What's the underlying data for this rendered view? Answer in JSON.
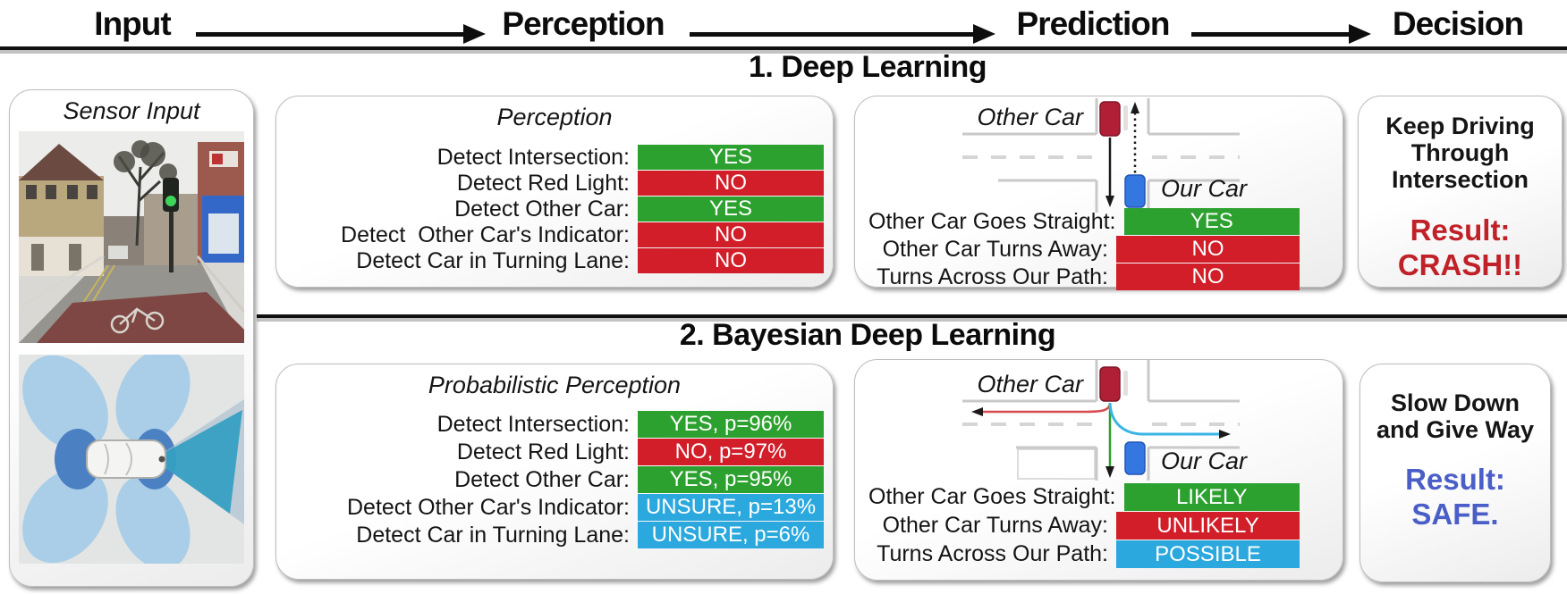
{
  "header": {
    "stages": [
      {
        "label": "Input"
      },
      {
        "label": "Perception"
      },
      {
        "label": "Prediction"
      },
      {
        "label": "Decision"
      }
    ]
  },
  "sensor_panel": {
    "title": "Sensor Input"
  },
  "dl": {
    "heading": "1. Deep Learning",
    "perception": {
      "title": "Perception",
      "rows": [
        {
          "label": "Detect Intersection:",
          "value": "YES",
          "status": "yes"
        },
        {
          "label": "Detect Red Light:",
          "value": "NO",
          "status": "no"
        },
        {
          "label": "Detect Other Car:",
          "value": "YES",
          "status": "yes"
        },
        {
          "label": "Detect  Other Car's Indicator:",
          "value": "NO",
          "status": "no"
        },
        {
          "label": "Detect Car in Turning Lane:",
          "value": "NO",
          "status": "no"
        }
      ]
    },
    "prediction": {
      "other_car": "Other Car",
      "our_car": "Our Car",
      "rows": [
        {
          "label": "Other Car Goes Straight:",
          "value": "YES",
          "status": "yes"
        },
        {
          "label": "Other Car Turns Away:",
          "value": "NO",
          "status": "no"
        },
        {
          "label": "Turns Across Our Path:",
          "value": "NO",
          "status": "no"
        }
      ]
    },
    "decision": {
      "action": "Keep Driving Through Intersection",
      "result_label": "Result:",
      "result_value": "CRASH!!",
      "result_status": "crash"
    }
  },
  "bdl": {
    "heading": "2. Bayesian Deep Learning",
    "perception": {
      "title": "Probabilistic Perception",
      "rows": [
        {
          "label": "Detect Intersection:",
          "value": "YES, p=96%",
          "status": "yes"
        },
        {
          "label": "Detect Red Light:",
          "value": "NO, p=97%",
          "status": "no"
        },
        {
          "label": "Detect Other Car:",
          "value": "YES, p=95%",
          "status": "yes"
        },
        {
          "label": "Detect Other Car's Indicator:",
          "value": "UNSURE, p=13%",
          "status": "unsure"
        },
        {
          "label": "Detect Car in Turning Lane:",
          "value": "UNSURE, p=6%",
          "status": "unsure"
        }
      ]
    },
    "prediction": {
      "other_car": "Other Car",
      "our_car": "Our Car",
      "rows": [
        {
          "label": "Other Car Goes Straight:",
          "value": "LIKELY",
          "status": "yes"
        },
        {
          "label": "Other Car Turns Away:",
          "value": "UNLIKELY",
          "status": "no"
        },
        {
          "label": "Turns Across Our Path:",
          "value": "POSSIBLE",
          "status": "unsure"
        }
      ]
    },
    "decision": {
      "action": "Slow Down and Give Way",
      "result_label": "Result:",
      "result_value": "SAFE.",
      "result_status": "safe"
    }
  },
  "colors": {
    "yes_green": "#2da12f",
    "no_red": "#d21e29",
    "unsure_cyan": "#2ba8dd",
    "crash_red": "#c02128",
    "safe_blue": "#4a5ec8",
    "other_car_red": "#b01f35",
    "our_car_blue": "#3577e0"
  }
}
